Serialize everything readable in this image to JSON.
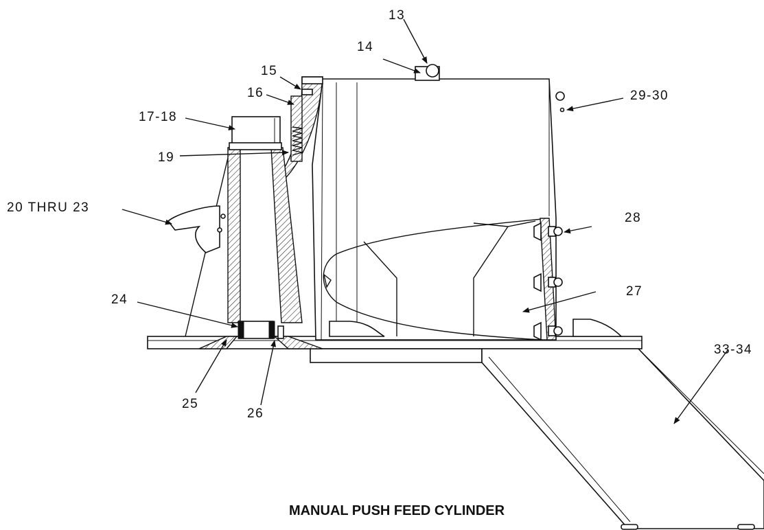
{
  "title": "MANUAL PUSH FEED CYLINDER",
  "callouts": [
    {
      "id": "13",
      "text": "13"
    },
    {
      "id": "14",
      "text": "14"
    },
    {
      "id": "15",
      "text": "15"
    },
    {
      "id": "16",
      "text": "16"
    },
    {
      "id": "17-18",
      "text": "17-18"
    },
    {
      "id": "19",
      "text": "19"
    },
    {
      "id": "20-23",
      "text": "20 THRU 23"
    },
    {
      "id": "24",
      "text": "24"
    },
    {
      "id": "25",
      "text": "25"
    },
    {
      "id": "26",
      "text": "26"
    },
    {
      "id": "27",
      "text": "27"
    },
    {
      "id": "28",
      "text": "28"
    },
    {
      "id": "29-30",
      "text": "29-30"
    },
    {
      "id": "33-34",
      "text": "33-34"
    }
  ],
  "colors": {
    "ink": "#111111",
    "background": "#ffffff"
  }
}
